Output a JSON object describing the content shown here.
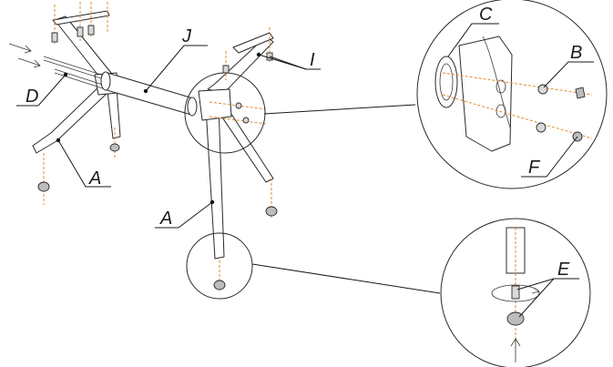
{
  "labels": {
    "A1": "A",
    "A2": "A",
    "B": "B",
    "C": "C",
    "D": "D",
    "E": "E",
    "F": "F",
    "I": "I",
    "J": "J"
  },
  "colors": {
    "line": "#1a1a1a",
    "axis": "#e08a2c",
    "background": "#ffffff"
  }
}
